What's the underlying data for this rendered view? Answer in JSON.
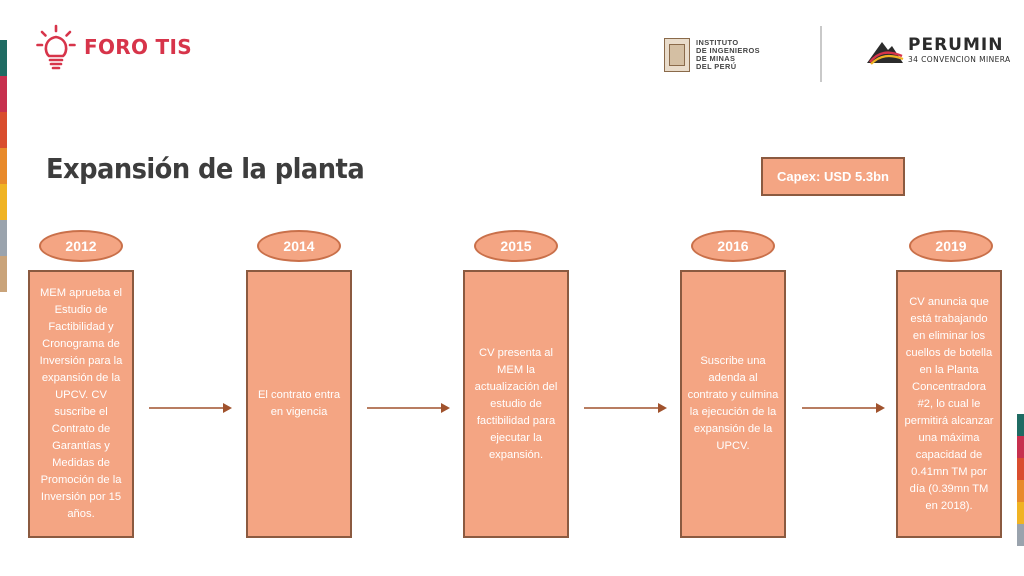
{
  "header": {
    "brand": "FORO TIS",
    "institute_lines": [
      "INSTITUTO",
      "DE INGENIEROS",
      "DE MINAS",
      "DEL PERÚ"
    ],
    "perumin_name": "PERUMIN",
    "perumin_sub": "34 CONVENCION MINERA"
  },
  "title": "Expansión de la planta",
  "capex": "Capex: USD 5.3bn",
  "timeline": [
    {
      "year": "2012",
      "text": "MEM aprueba el Estudio de Factibilidad y Cronograma de Inversión para la expansión de la UPCV. CV suscribe el Contrato de Garantías y Medidas de Promoción de la Inversión por 15 años."
    },
    {
      "year": "2014",
      "text": "El contrato entra en vigencia"
    },
    {
      "year": "2015",
      "text": "CV presenta al MEM la actualización del estudio de factibilidad para ejecutar la expansión."
    },
    {
      "year": "2016",
      "text": "Suscribe una adenda al contrato y culmina la ejecución de la expansión de la UPCV."
    },
    {
      "year": "2019",
      "text": "CV anuncia que está trabajando en eliminar los cuellos de botella en la Planta Concentradora #2, lo cual le permitirá alcanzar una máxima capacidad de 0.41mn TM por día (0.39mn TM en 2018)."
    }
  ],
  "colors": {
    "accent_red": "#d7344a",
    "box_fill": "#f4a583",
    "box_border": "#8b5a40",
    "arrow": "#a0522d",
    "strip": [
      "#1f6b63",
      "#c7304e",
      "#d94d2e",
      "#e88a2a",
      "#f0b323",
      "#9aa3ad",
      "#c9a37a"
    ]
  }
}
